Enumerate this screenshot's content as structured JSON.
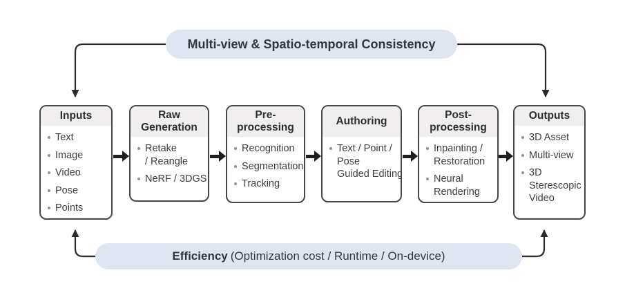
{
  "banners": {
    "consistency": "Multi-view & Spatio-temporal Consistency",
    "efficiency_bold": "Efficiency",
    "efficiency_rest": "(Optimization cost / Runtime / On-device)"
  },
  "pipeline": [
    {
      "id": "inputs",
      "title_lines": [
        "Inputs"
      ],
      "items": [
        {
          "lines": [
            "Text"
          ]
        },
        {
          "lines": [
            "Image"
          ]
        },
        {
          "lines": [
            "Video"
          ]
        },
        {
          "lines": [
            "Pose"
          ]
        },
        {
          "lines": [
            "Points"
          ]
        }
      ]
    },
    {
      "id": "raw-generation",
      "title_lines": [
        "Raw",
        "Generation"
      ],
      "items": [
        {
          "lines": [
            "Retake",
            "/ Reangle"
          ]
        },
        {
          "lines": [
            "NeRF / 3DGS"
          ]
        }
      ]
    },
    {
      "id": "pre-processing",
      "title_lines": [
        "Pre-",
        "processing"
      ],
      "items": [
        {
          "lines": [
            "Recognition"
          ]
        },
        {
          "lines": [
            "Segmentation"
          ]
        },
        {
          "lines": [
            "Tracking"
          ]
        }
      ]
    },
    {
      "id": "authoring",
      "title_lines": [
        "Authoring"
      ],
      "items": [
        {
          "lines": [
            "Text / Point /",
            "Pose",
            "Guided Editing"
          ]
        }
      ]
    },
    {
      "id": "post-processing",
      "title_lines": [
        "Post-",
        "processing"
      ],
      "items": [
        {
          "lines": [
            "Inpainting /",
            "Restoration"
          ]
        },
        {
          "lines": [
            "Neural",
            "Rendering"
          ]
        }
      ]
    },
    {
      "id": "outputs",
      "title_lines": [
        "Outputs"
      ],
      "items": [
        {
          "lines": [
            "3D Asset"
          ]
        },
        {
          "lines": [
            "Multi-view"
          ]
        },
        {
          "lines": [
            "3D",
            "Sterescopic",
            "Video"
          ]
        }
      ]
    }
  ],
  "colors": {
    "banner_bg": "#e0e5f2",
    "box_border": "#474747",
    "header_bg": "#f0eeee",
    "arrow": "#1f1f1f",
    "bullet": "#919197",
    "text_dark": "#2d2d33"
  }
}
